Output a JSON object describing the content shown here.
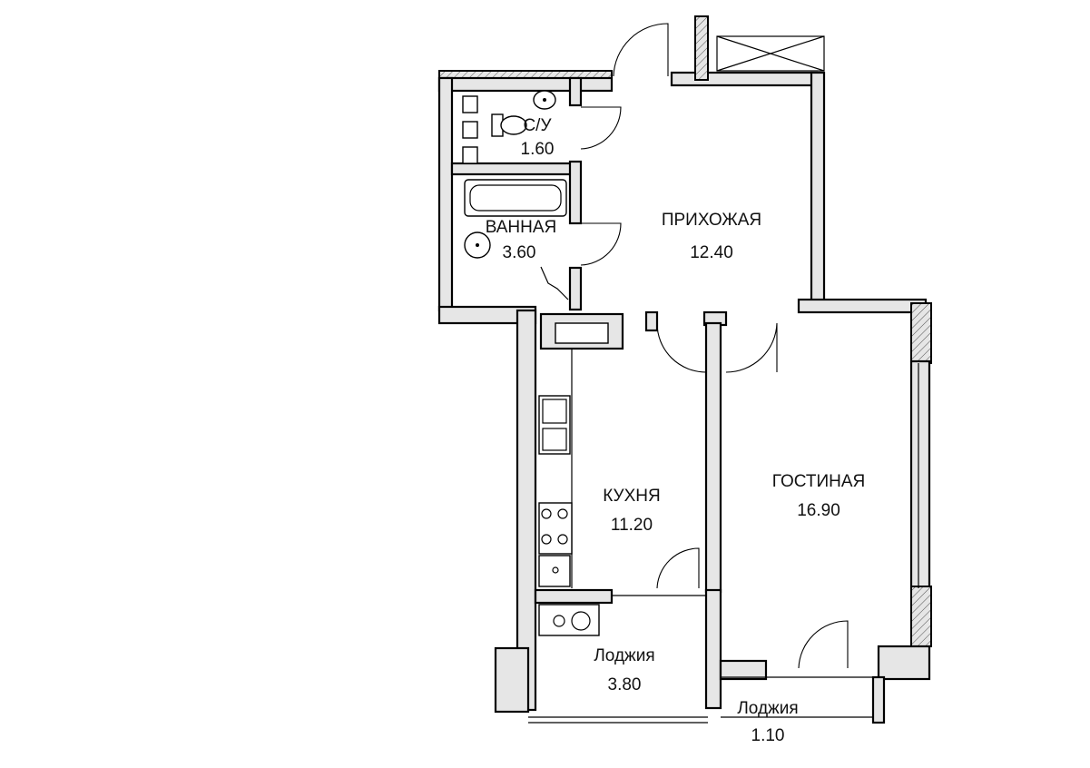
{
  "rooms": {
    "bathroom_wc": {
      "label": "С/У",
      "area": "1.60"
    },
    "bathroom": {
      "label": "ВАННАЯ",
      "area": "3.60"
    },
    "hallway": {
      "label": "ПРИХОЖАЯ",
      "area": "12.40"
    },
    "kitchen": {
      "label": "КУХНЯ",
      "area": "11.20"
    },
    "living_room": {
      "label": "ГОСТИНАЯ",
      "area": "16.90"
    },
    "loggia_kitchen": {
      "label": "Лоджия",
      "area": "3.80"
    },
    "loggia_living": {
      "label": "Лоджия",
      "area": "1.10"
    }
  },
  "colors": {
    "wall_fill": "#e6e6e6",
    "line": "#000000",
    "background": "#ffffff"
  }
}
